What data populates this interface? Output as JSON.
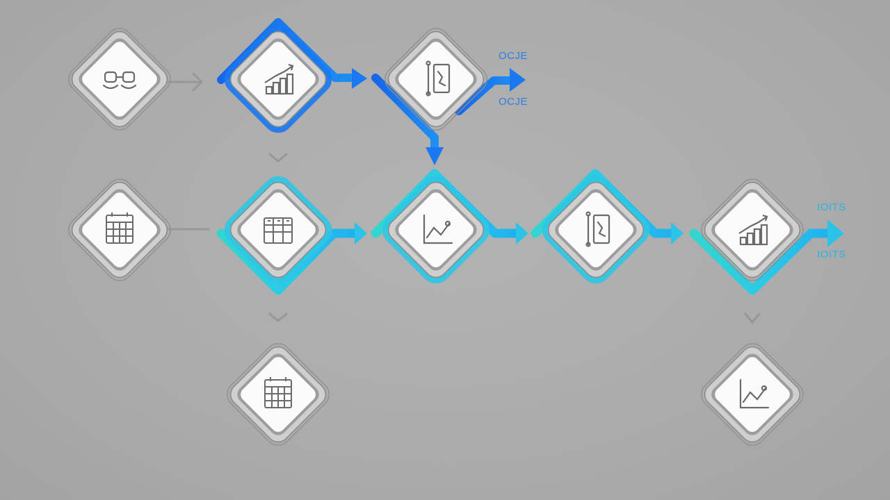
{
  "colors": {
    "background": "#acacac",
    "blue_flow": "#1a78f0",
    "cyan_flow": "#2ec7e6",
    "grey_connector": "#9a9a9a",
    "node_face": "#fbfbfb",
    "icon_stroke": "#6a6a6a"
  },
  "nodes": [
    {
      "id": "r1c1",
      "icon": "people-icon",
      "accent": "grey"
    },
    {
      "id": "r1c2",
      "icon": "bar-chart-icon",
      "accent": "blue"
    },
    {
      "id": "r1c3",
      "icon": "document-icon",
      "accent": "grey"
    },
    {
      "id": "r2c1",
      "icon": "calendar-icon",
      "accent": "grey"
    },
    {
      "id": "r2c2",
      "icon": "grid-table-icon",
      "accent": "cyan"
    },
    {
      "id": "r2c3",
      "icon": "line-graph-icon",
      "accent": "cyan"
    },
    {
      "id": "r2c4",
      "icon": "document-icon",
      "accent": "cyan"
    },
    {
      "id": "r2c5",
      "icon": "bar-chart-icon",
      "accent": "grey"
    },
    {
      "id": "r3c2",
      "icon": "calendar-icon",
      "accent": "grey"
    },
    {
      "id": "r3c5",
      "icon": "line-graph-icon",
      "accent": "grey"
    }
  ],
  "labels": {
    "top_upper": "OCJE",
    "top_lower": "OCJE",
    "right_upper": "IOITS",
    "right_lower": "IOITS"
  }
}
